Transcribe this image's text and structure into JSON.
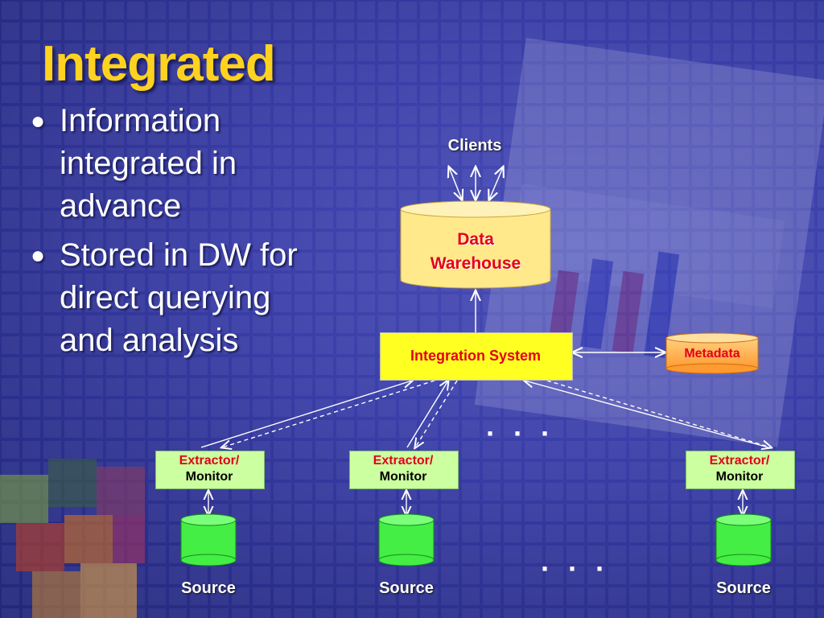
{
  "slide": {
    "title": "Integrated",
    "bullets": [
      "Information integrated in advance",
      "Stored in DW for direct querying and analysis"
    ]
  },
  "diagram": {
    "clients_label": "Clients",
    "warehouse_label_line1": "Data",
    "warehouse_label_line2": "Warehouse",
    "integration_label": "Integration System",
    "metadata_label": "Metadata",
    "extractor_line1": "Extractor/",
    "extractor_line2": "Monitor",
    "source_label": "Source",
    "ellipsis_middle": "· · ·",
    "ellipsis_bottom": "· · ·"
  },
  "colors": {
    "title": "#ffd21f",
    "background": "#3a3ea8",
    "warehouse_fill": "#ffe98a",
    "integration_fill": "#ffff22",
    "metadata_fill": "#ffb347",
    "extractor_fill": "#ccffa0",
    "source_fill": "#44ee44",
    "label_red": "#e3001b"
  }
}
